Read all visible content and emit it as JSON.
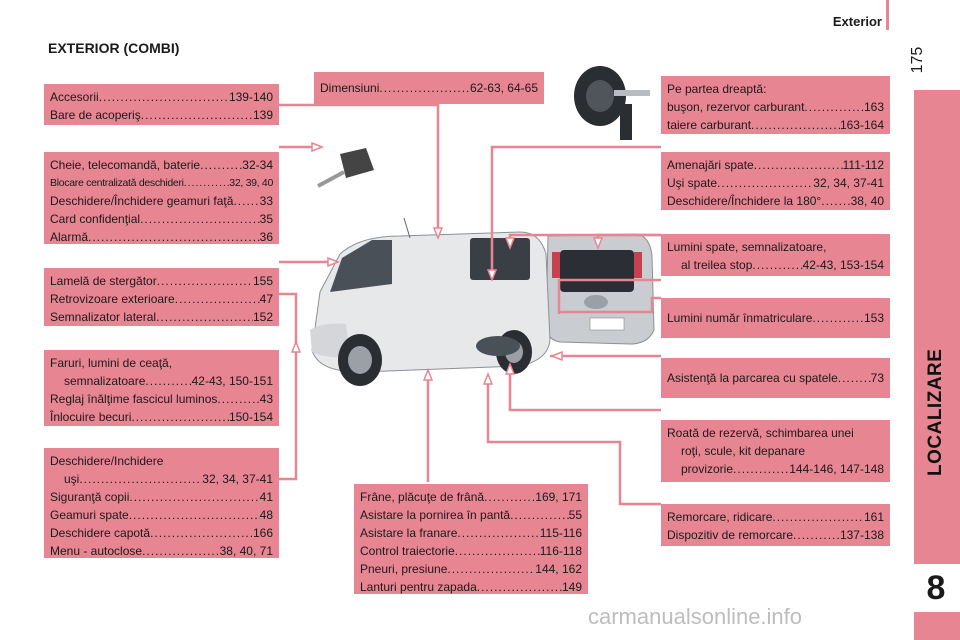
{
  "header": {
    "section": "Exterior",
    "page": "175"
  },
  "sidebar": {
    "label": "LOCALIZARE",
    "number": "8"
  },
  "title": "EXTERIOR (COMBI)",
  "boxes": {
    "b1": {
      "rows": [
        {
          "t": "Accesorii",
          "p": "139-140"
        },
        {
          "t": "Bare de acoperiş",
          "p": "139"
        }
      ]
    },
    "b2": {
      "rows": [
        {
          "t": "Cheie, telecomandă, baterie",
          "p": "32-34"
        },
        {
          "t": "Blocare centralizată deschideri",
          "p": "32, 39, 40"
        },
        {
          "t": "Deschidere/Închidere geamuri faţă",
          "p": "33"
        },
        {
          "t": "Card confidenţial",
          "p": "35"
        },
        {
          "t": "Alarmă",
          "p": "36"
        }
      ]
    },
    "b3": {
      "rows": [
        {
          "t": "Lamelă de stergător",
          "p": "155"
        },
        {
          "t": "Retrovizoare exterioare",
          "p": "47"
        },
        {
          "t": "Semnalizator lateral",
          "p": "152"
        }
      ]
    },
    "b4": {
      "line1": "Faruri, lumini de ceaţă,",
      "rows": [
        {
          "t": "semnalizatoare",
          "p": "42-43, 150-151"
        },
        {
          "t": "Reglaj înălţime fascicul luminos",
          "p": "43"
        },
        {
          "t": "Înlocuire becuri",
          "p": "150-154"
        }
      ]
    },
    "b5": {
      "line1": "Deschidere/Inchidere",
      "rows": [
        {
          "t": "uşi",
          "p": "32, 34, 37-41"
        },
        {
          "t": "Siguranţă copii",
          "p": "41"
        },
        {
          "t": "Geamuri spate",
          "p": "48"
        },
        {
          "t": "Deschidere capotă",
          "p": "166"
        },
        {
          "t": "Menu - autoclose",
          "p": "38, 40, 71"
        }
      ]
    },
    "b6": {
      "rows": [
        {
          "t": "Dimensiuni",
          "p": "62-63, 64-65"
        }
      ]
    },
    "b7": {
      "line1": "Pe partea dreaptă:",
      "rows": [
        {
          "t": "buşon, rezervor carburant",
          "p": "163"
        },
        {
          "t": "taiere carburant",
          "p": "163-164"
        }
      ]
    },
    "b8": {
      "rows": [
        {
          "t": "Amenajări spate",
          "p": "111-112"
        },
        {
          "t": "Uşi spate",
          "p": "32, 34, 37-41"
        },
        {
          "t": "Deschidere/Închidere la 180°",
          "p": "38, 40"
        }
      ]
    },
    "b9": {
      "line1": "Lumini spate, semnalizatoare,",
      "rows": [
        {
          "t": "al treilea stop",
          "p": "42-43, 153-154"
        }
      ]
    },
    "b10": {
      "rows": [
        {
          "t": "Lumini număr înmatriculare",
          "p": "153"
        }
      ]
    },
    "b11": {
      "rows": [
        {
          "t": "Asistenţă la parcarea cu spatele",
          "p": "73"
        }
      ]
    },
    "b12": {
      "line1": "Roată de rezervă, schimbarea unei",
      "line2": "roţi, scule, kit depanare",
      "rows": [
        {
          "t": "provizorie",
          "p": "144-146, 147-148"
        }
      ]
    },
    "b13": {
      "rows": [
        {
          "t": "Frâne, plăcuţe de frână",
          "p": "169, 171"
        },
        {
          "t": "Asistare la pornirea în pantă",
          "p": "55"
        },
        {
          "t": "Asistare la franare",
          "p": "115-116"
        },
        {
          "t": "Control traiectorie",
          "p": "116-118"
        },
        {
          "t": "Pneuri, presiune",
          "p": "144, 162"
        },
        {
          "t": "Lanturi pentru zapada",
          "p": "149"
        }
      ]
    },
    "b14": {
      "rows": [
        {
          "t": "Remorcare, ridicare",
          "p": "161"
        },
        {
          "t": "Dispozitiv de remorcare",
          "p": "137-138"
        }
      ]
    }
  },
  "watermark": "carmanualsonline.info"
}
